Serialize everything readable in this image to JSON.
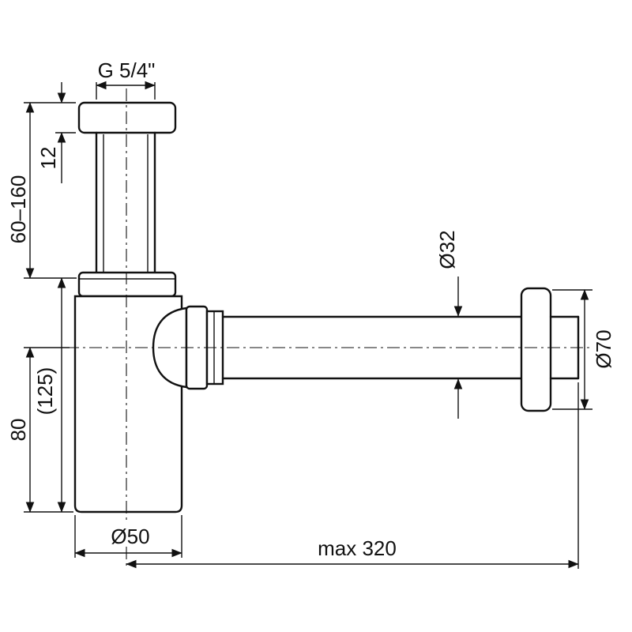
{
  "labels": {
    "thread": "G 5/4\"",
    "flange_height": "12",
    "adjustable_height": "60–160",
    "trap_height": "(125)",
    "outlet_height": "80",
    "cup_diameter": "Ø50",
    "max_length": "max 320",
    "pipe_diameter": "Ø32",
    "rosette_diameter": "Ø70"
  },
  "colors": {
    "line": "#111111",
    "background": "#ffffff"
  }
}
